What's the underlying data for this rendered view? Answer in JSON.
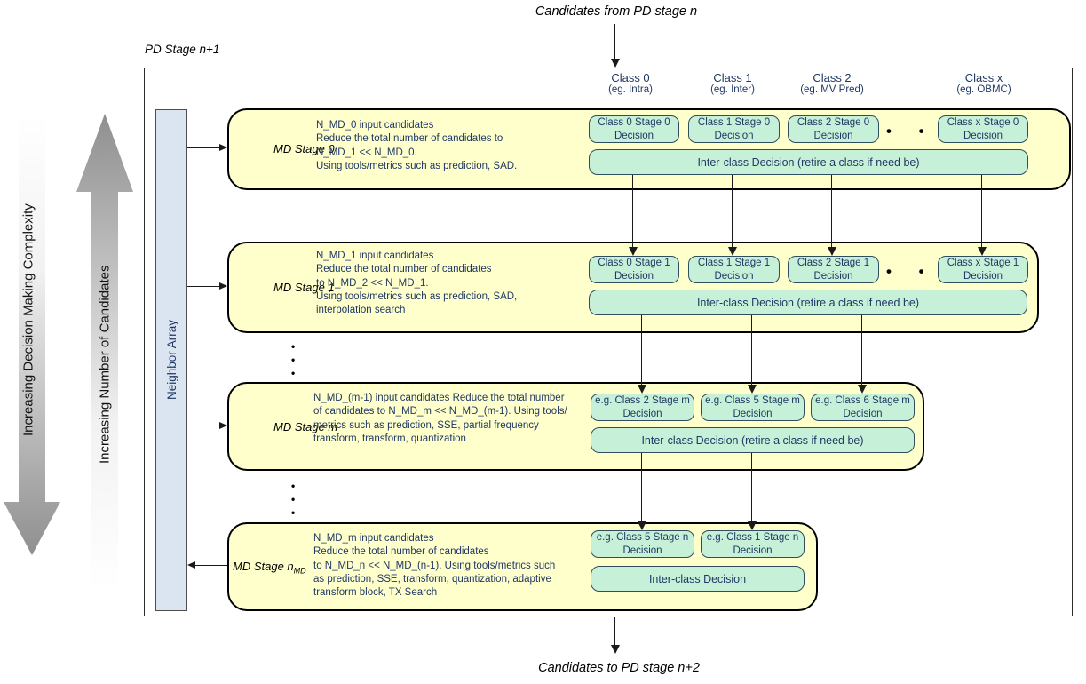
{
  "titles": {
    "top": "Candidates from PD stage n",
    "bottom": "Candidates to PD stage n+2",
    "outer": "PD Stage n+1"
  },
  "left_arrows": {
    "complexity": "Increasing Decision Making Complexity",
    "candidates": "Increasing Number of Candidates"
  },
  "neighbor_array": "Neighbor Array",
  "class_headers": [
    {
      "name": "Class 0",
      "example": "(eg. Intra)"
    },
    {
      "name": "Class 1",
      "example": "(eg. Inter)"
    },
    {
      "name": "Class 2",
      "example": "(eg. MV Pred)"
    },
    {
      "name": "Class x",
      "example": "(eg. OBMC)"
    }
  ],
  "ellipsis_h": "• • •",
  "ellipsis_v": "•\n•\n•",
  "stages": [
    {
      "label": "MD Stage 0",
      "label_sub": "",
      "description": "N_MD_0 input candidates\nReduce the total number of candidates to\nN_MD_1 << N_MD_0.\nUsing tools/metrics such as prediction, SAD.",
      "decisions": [
        "Class 0 Stage 0 Decision",
        "Class 1 Stage 0 Decision",
        "Class 2 Stage 0 Decision",
        "Class x Stage 0 Decision"
      ],
      "inter_class": "Inter-class Decision (retire a class if need be)"
    },
    {
      "label": "MD Stage 1",
      "label_sub": "",
      "description": "N_MD_1 input candidates\nReduce the total number of candidates\nto N_MD_2 << N_MD_1.\nUsing tools/metrics such as prediction, SAD,\ninterpolation search",
      "decisions": [
        "Class 0 Stage 1 Decision",
        "Class 1 Stage 1 Decision",
        "Class 2 Stage 1 Decision",
        "Class x Stage 1 Decision"
      ],
      "inter_class": "Inter-class Decision (retire a class if need be)"
    },
    {
      "label": "MD Stage m",
      "label_sub": "",
      "description": "N_MD_(m-1) input candidates Reduce the total number\nof candidates to N_MD_m << N_MD_(m-1). Using tools/\nmetrics such as prediction, SSE, partial frequency\ntransform, transform, quantization",
      "decisions": [
        "e.g. Class 2 Stage m Decision",
        "e.g. Class 5 Stage m Decision",
        "e.g. Class 6 Stage m Decision"
      ],
      "inter_class": "Inter-class Decision (retire a class if need be)"
    },
    {
      "label": "MD Stage n",
      "label_sub": "MD",
      "description": "N_MD_m input candidates\nReduce the total number of candidates\nto N_MD_n << N_MD_(n-1). Using tools/metrics such\nas prediction, SSE, transform, quantization, adaptive\ntransform block, TX Search",
      "decisions": [
        "e.g. Class 5 Stage n Decision",
        "e.g. Class 1 Stage n Decision"
      ],
      "inter_class": "Inter-class Decision"
    }
  ],
  "colors": {
    "stage-fill": "#ffffcc",
    "decision-fill": "#c7f0d8",
    "decision-border": "#2f4d5d",
    "neighbor-fill": "#dbe5f1",
    "navy": "#1f3864",
    "line": "#1a1a1a",
    "arrow-gray": "#8f8f8f"
  }
}
